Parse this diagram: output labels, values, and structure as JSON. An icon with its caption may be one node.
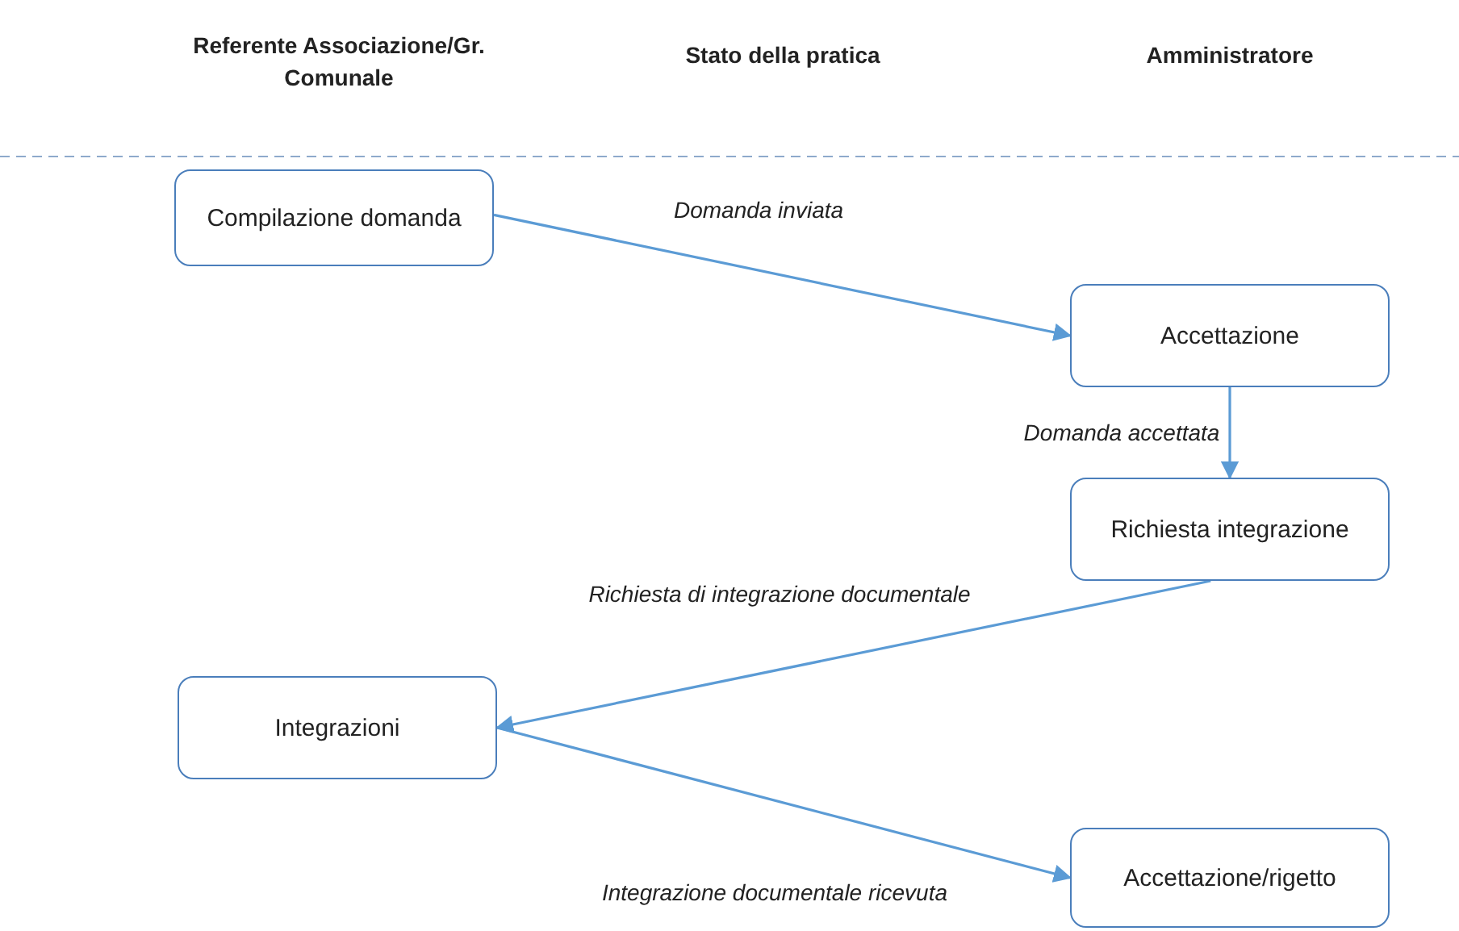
{
  "diagram": {
    "nodes": [
      {
        "text": [
          "Compilazione domanda"
        ]
      },
      {
        "text": [
          "Accettazione"
        ]
      },
      {
        "text": [
          "Richiesta integrazione"
        ]
      },
      {
        "text": [
          "Integrazioni"
        ]
      },
      {
        "text": [
          "Accettazione/rigetto"
        ]
      }
    ],
    "edges": [
      {
        "from": 0,
        "to": 1,
        "arrow": "to",
        "label": "Domanda inviata"
      },
      {
        "from": 1,
        "to": 2,
        "arrow": "to",
        "label": "Domanda accettata"
      },
      {
        "from": 2,
        "to": 3,
        "arrow": "to",
        "label": "Richiesta di integrazione documentale"
      },
      {
        "from": 3,
        "to": 4,
        "arrow": "to",
        "label": "Integrazione documentale ricevuta"
      }
    ],
    "labels": [
      "Referente Associazione/Gr. Comunale",
      "Stato della pratica",
      "Amministratore"
    ]
  }
}
